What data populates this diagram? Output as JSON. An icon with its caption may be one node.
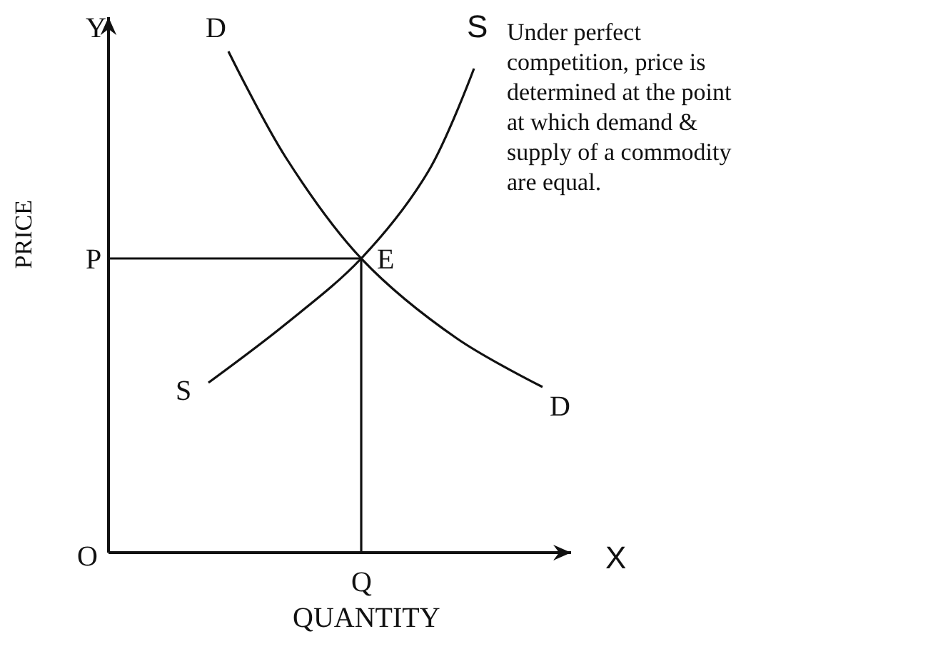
{
  "diagram": {
    "labels": [
      "Y",
      "D",
      "S",
      "Under perfect competition, price is determined at the point at which demand & supply of a commodity are equal.",
      "PRICE",
      "P",
      "E",
      "S",
      "D",
      "O",
      "Q",
      "X",
      "QUANTITY"
    ]
  }
}
